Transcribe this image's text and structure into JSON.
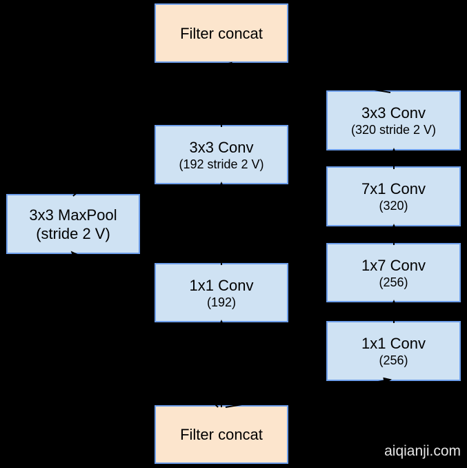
{
  "diagram": {
    "nodes": [
      {
        "id": "filter-concat-top",
        "label": "Filter concat",
        "sublabel": ""
      },
      {
        "id": "conv-3x3-320",
        "label": "3x3 Conv",
        "sublabel": "(320 stride 2 V)"
      },
      {
        "id": "conv-3x3-192",
        "label": "3x3 Conv",
        "sublabel": "(192 stride 2 V)"
      },
      {
        "id": "conv-7x1-320",
        "label": "7x1 Conv",
        "sublabel": "(320)"
      },
      {
        "id": "maxpool-3x3",
        "label": "3x3 MaxPool",
        "sublabel": "(stride 2 V)"
      },
      {
        "id": "conv-1x7-256",
        "label": "1x7 Conv",
        "sublabel": "(256)"
      },
      {
        "id": "conv-1x1-192",
        "label": "1x1 Conv",
        "sublabel": "(192)"
      },
      {
        "id": "conv-1x1-256",
        "label": "1x1 Conv",
        "sublabel": "(256)"
      },
      {
        "id": "filter-concat-bottom",
        "label": "Filter concat",
        "sublabel": ""
      }
    ],
    "edges": [
      {
        "from": "filter-concat-bottom",
        "to": "maxpool-3x3"
      },
      {
        "from": "filter-concat-bottom",
        "to": "conv-1x1-192"
      },
      {
        "from": "filter-concat-bottom",
        "to": "conv-1x1-256"
      },
      {
        "from": "conv-1x1-192",
        "to": "conv-3x3-192"
      },
      {
        "from": "conv-1x1-256",
        "to": "conv-1x7-256"
      },
      {
        "from": "conv-1x7-256",
        "to": "conv-7x1-320"
      },
      {
        "from": "conv-7x1-320",
        "to": "conv-3x3-320"
      },
      {
        "from": "maxpool-3x3",
        "to": "filter-concat-top"
      },
      {
        "from": "conv-3x3-192",
        "to": "filter-concat-top"
      },
      {
        "from": "conv-3x3-320",
        "to": "filter-concat-top"
      }
    ],
    "colors": {
      "background": "#000000",
      "box_border": "#6D9EEB",
      "conv_fill": "#CFE2F3",
      "concat_fill": "#FCE5CD",
      "arrow": "#000000",
      "text": "#000000",
      "watermark": "#E6E6E6"
    }
  },
  "watermark": {
    "text": "aiqianji.com"
  }
}
